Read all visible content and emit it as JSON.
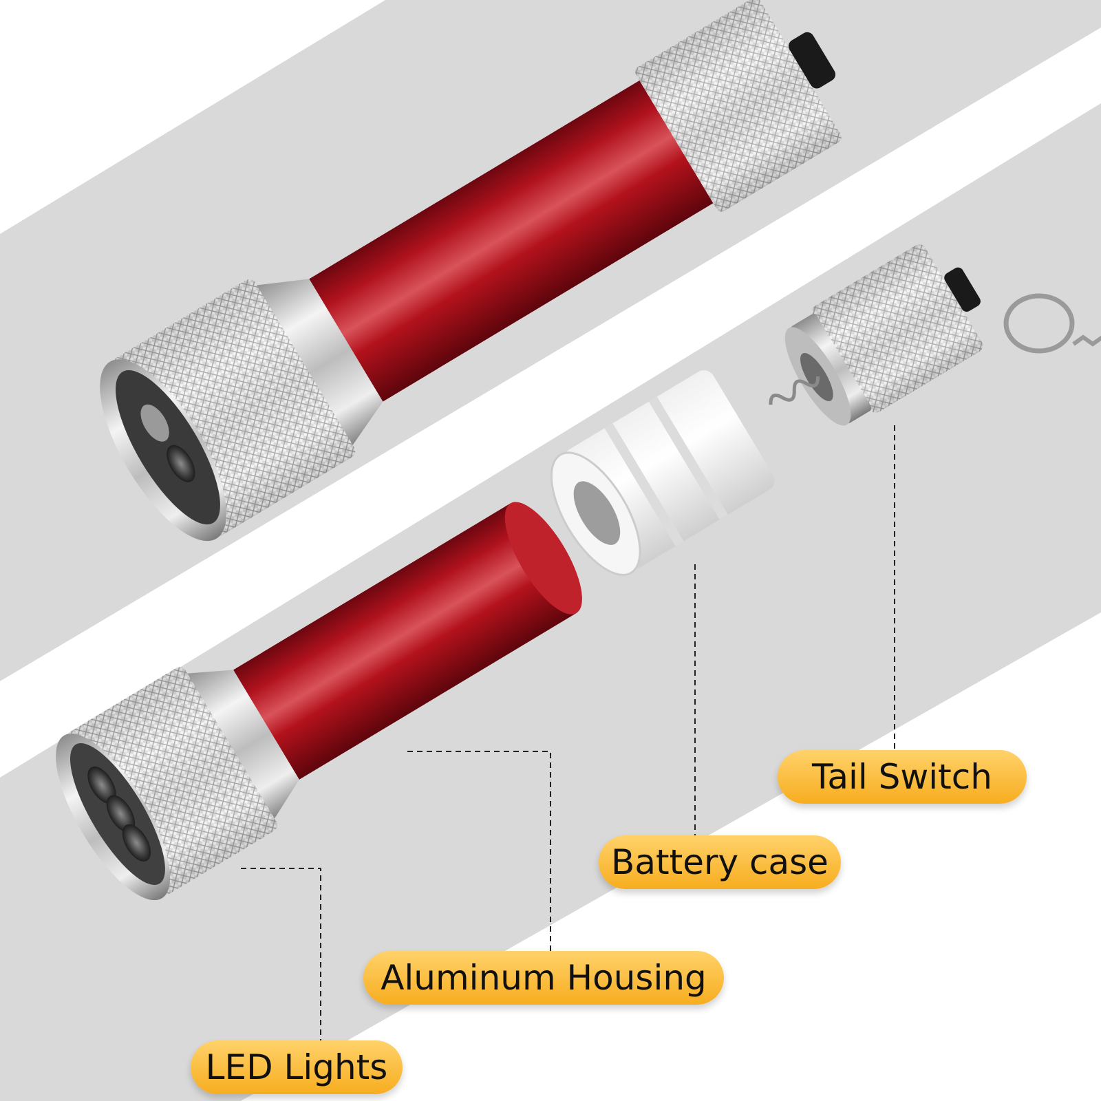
{
  "labels": {
    "tail_switch": "Tail Switch",
    "battery_case": "Battery case",
    "aluminum_housing": "Aluminum Housing",
    "led_lights": "LED Lights"
  },
  "colors": {
    "background": "#ffffff",
    "stripe": "#d9d9d9",
    "housing_red": "#a50d18",
    "callout": "#f7ad1f"
  },
  "icons": [
    "flashlight-assembled",
    "flashlight-head",
    "battery-case",
    "tail-switch",
    "key-ring"
  ]
}
